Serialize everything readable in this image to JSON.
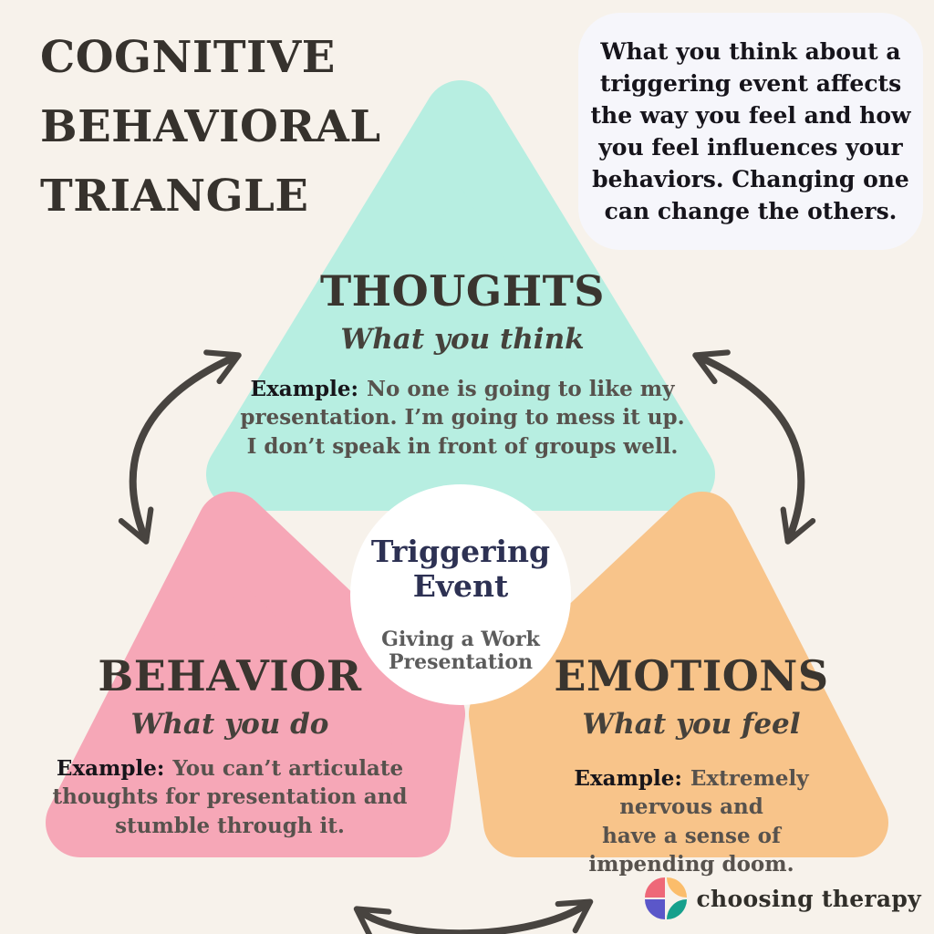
{
  "title": {
    "text": "COGNITIVE\nBEHAVIORAL\nTRIANGLE"
  },
  "info_box": {
    "text": "What you think about a\ntriggering event affects\nthe way you feel and how\nyou feel influences your\nbehaviors. Changing one\ncan change the others."
  },
  "nodes": {
    "thoughts": {
      "heading": "THOUGHTS",
      "subtitle": "What you think",
      "example_label": "Example:",
      "example_text": "No one is going to like my\npresentation. I’m going to mess it up.\nI don’t speak in front of groups well.",
      "color": "#b7eee1"
    },
    "behavior": {
      "heading": "BEHAVIOR",
      "subtitle": "What you do",
      "example_label": "Example:",
      "example_text": "You can’t articulate\nthoughts for presentation and\nstumble through it.",
      "color": "#f6a7b7"
    },
    "emotions": {
      "heading": "EMOTIONS",
      "subtitle": "What you feel",
      "example_label": "Example:",
      "example_text": "Extremely nervous and\nhave a sense of impending doom.",
      "color": "#f8c48a"
    }
  },
  "center": {
    "heading": "Triggering\nEvent",
    "subtext": "Giving a Work\nPresentation",
    "circle_color": "#ffffff"
  },
  "logo": {
    "text": "choosing therapy",
    "icon_colors": {
      "top_left": "#ee6878",
      "top_right": "#fbbd6b",
      "bottom_left": "#5b57c9",
      "bottom_right": "#16a08c"
    }
  },
  "colors": {
    "background": "#f7f2eb",
    "info_box_bg": "#f6f6fb",
    "arrow": "#484440",
    "heading_text": "#3a352f",
    "example_text": "#57524d",
    "navy_text": "#2d3153",
    "title_text": "#36322d"
  }
}
